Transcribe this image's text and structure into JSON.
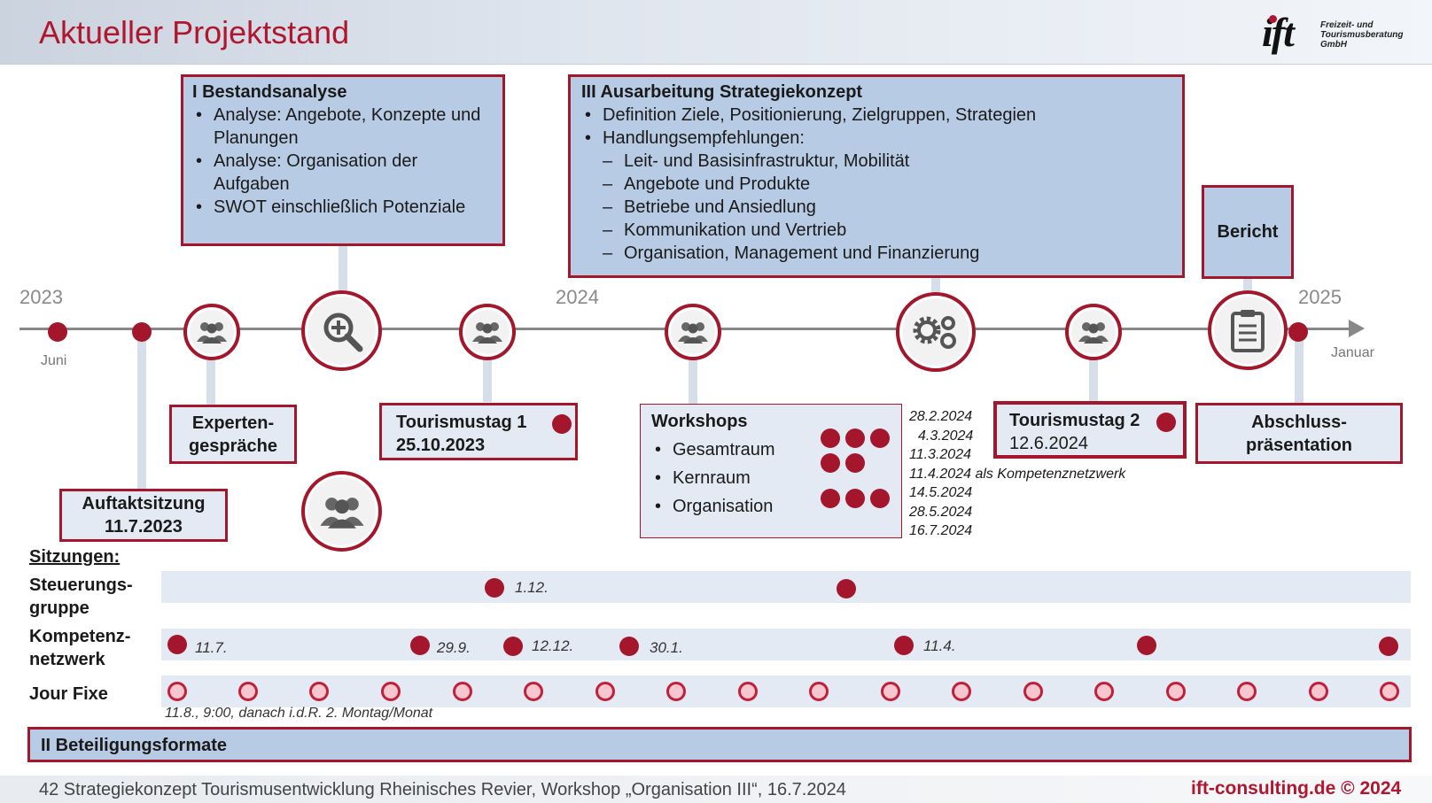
{
  "header": {
    "title": "Aktueller Projektstand",
    "logo_mark": "ift",
    "logo_text": "Freizeit- und Tourismusberatung GmbH"
  },
  "phase1": {
    "title": "I Bestandsanalyse",
    "items": [
      "Analyse: Angebote, Konzepte und Planungen",
      "Analyse: Organisation der Aufgaben",
      "SWOT einschließlich Potenziale"
    ]
  },
  "phase3": {
    "title": "III Ausarbeitung Strategiekonzept",
    "items": [
      "Definition Ziele, Positionierung, Zielgruppen, Strategien",
      "Handlungsempfehlungen:"
    ],
    "subitems": [
      "Leit- und Basisinfrastruktur, Mobilität",
      "Angebote und Produkte",
      "Betriebe und Ansiedlung",
      "Kommunikation und Vertrieb",
      "Organisation, Management und Finanzierung"
    ]
  },
  "bericht": "Bericht",
  "timeline": {
    "years": [
      "2023",
      "2024",
      "2025"
    ],
    "months": [
      "Juni",
      "Januar"
    ]
  },
  "milestones": {
    "experten": "Experten-\ngespräche",
    "auftakt": "Auftaktsitzung\n11.7.2023",
    "tourismustag1_title": "Tourismustag 1",
    "tourismustag1_date": "25.10.2023",
    "workshops_title": "Workshops",
    "workshops_items": [
      "Gesamtraum",
      "Kernraum",
      "Organisation"
    ],
    "workshop_dates": [
      "28.2.2024",
      "4.3.2024",
      "11.3.2024",
      "11.4.2024 als Kompetenznetzwerk",
      "14.5.2024",
      "28.5.2024",
      "16.7.2024"
    ],
    "tourismustag2_title": "Tourismustag 2",
    "tourismustag2_date": "12.6.2024",
    "abschluss": "Abschluss-\npräsentation"
  },
  "icons": [
    "people-icon",
    "magnifier-plus-icon",
    "gears-icon",
    "clipboard-icon"
  ],
  "sessions": {
    "heading": "Sitzungen:",
    "steuerung_label": "Steuerungs-\ngruppe",
    "steuerung_dates": [
      "1.12."
    ],
    "kompetenz_label": "Kompetenz-\nnetzwerk",
    "kompetenz_dates": [
      "11.7.",
      "29.9.",
      "12.12.",
      "30.1.",
      "11.4."
    ],
    "jourfixe_label": "Jour Fixe",
    "jourfixe_note": "11.8., 9:00, danach i.d.R. 2. Montag/Monat"
  },
  "phase2": "II Beteiligungsformate",
  "footer": {
    "left": "42  Strategiekonzept Tourismusentwicklung Rheinisches Revier, Workshop „Organisation III“, 16.7.2024",
    "right": "ift-consulting.de © 2024"
  },
  "colors": {
    "accent": "#a3162b",
    "box_blue": "#b8cbe4",
    "box_light": "#e4eaf3"
  }
}
